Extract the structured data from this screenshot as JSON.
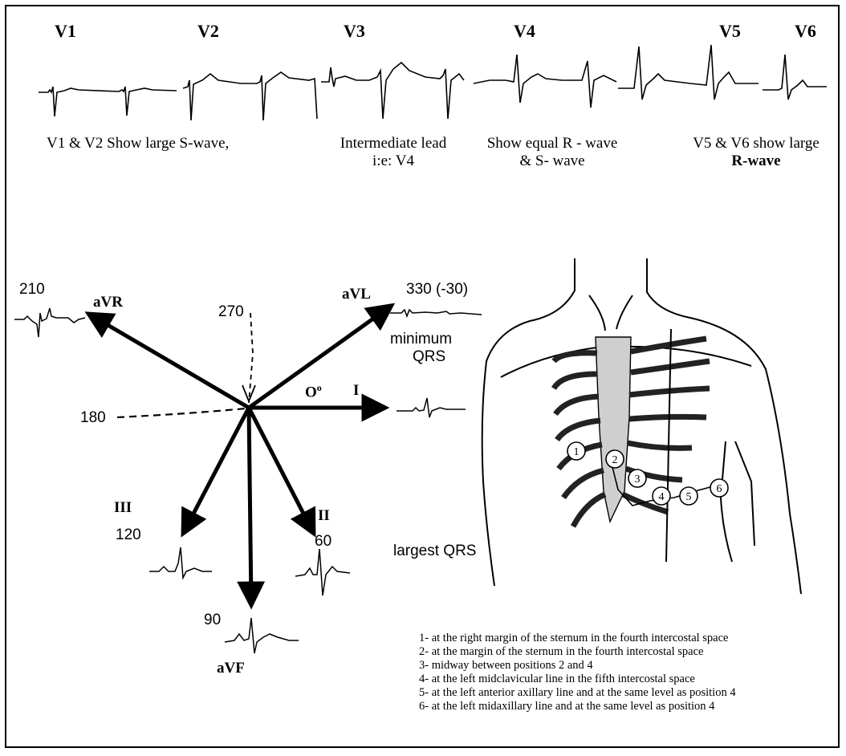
{
  "precordial_leads": {
    "v1": "V1",
    "v2": "V2",
    "v3": "V3",
    "v4": "V4",
    "v5": "V5",
    "v6": "V6"
  },
  "descriptions": {
    "d1": "V1 & V2 Show large S-wave,",
    "d2_line1": "Intermediate lead",
    "d2_line2": "i:e: V4",
    "d3_line1": "Show equal R - wave",
    "d3_line2": "& S- wave",
    "d4_line1": "V5 & V6 show large",
    "d4_line2": "R-wave"
  },
  "axis": {
    "deg_210": "210",
    "deg_270": "270",
    "deg_330": "330 (-30)",
    "deg_180": "180",
    "deg_0": "O",
    "deg_0_sup": "o",
    "deg_120": "120",
    "deg_60": "60",
    "deg_90": "90",
    "minimum_1": "minimum",
    "minimum_2": "QRS",
    "largest": "largest QRS"
  },
  "limb_leads": {
    "avr": "aVR",
    "avl": "aVL",
    "i": "I",
    "iii": "III",
    "ii": "II",
    "avf": "aVF"
  },
  "electrode_positions": {
    "items": [
      "1- at the right margin of the sternum in the fourth intercostal space",
      "2- at the margin of the sternum in the fourth intercostal space",
      "3- midway between positions 2 and 4",
      "4- at the left midclavicular line in the fifth intercostal space",
      "5- at the left anterior axillary line and at the same level as position 4",
      "6- at the left midaxillary line and at the same level as position 4"
    ],
    "markers": [
      "1",
      "2",
      "3",
      "4",
      "5",
      "6"
    ]
  }
}
